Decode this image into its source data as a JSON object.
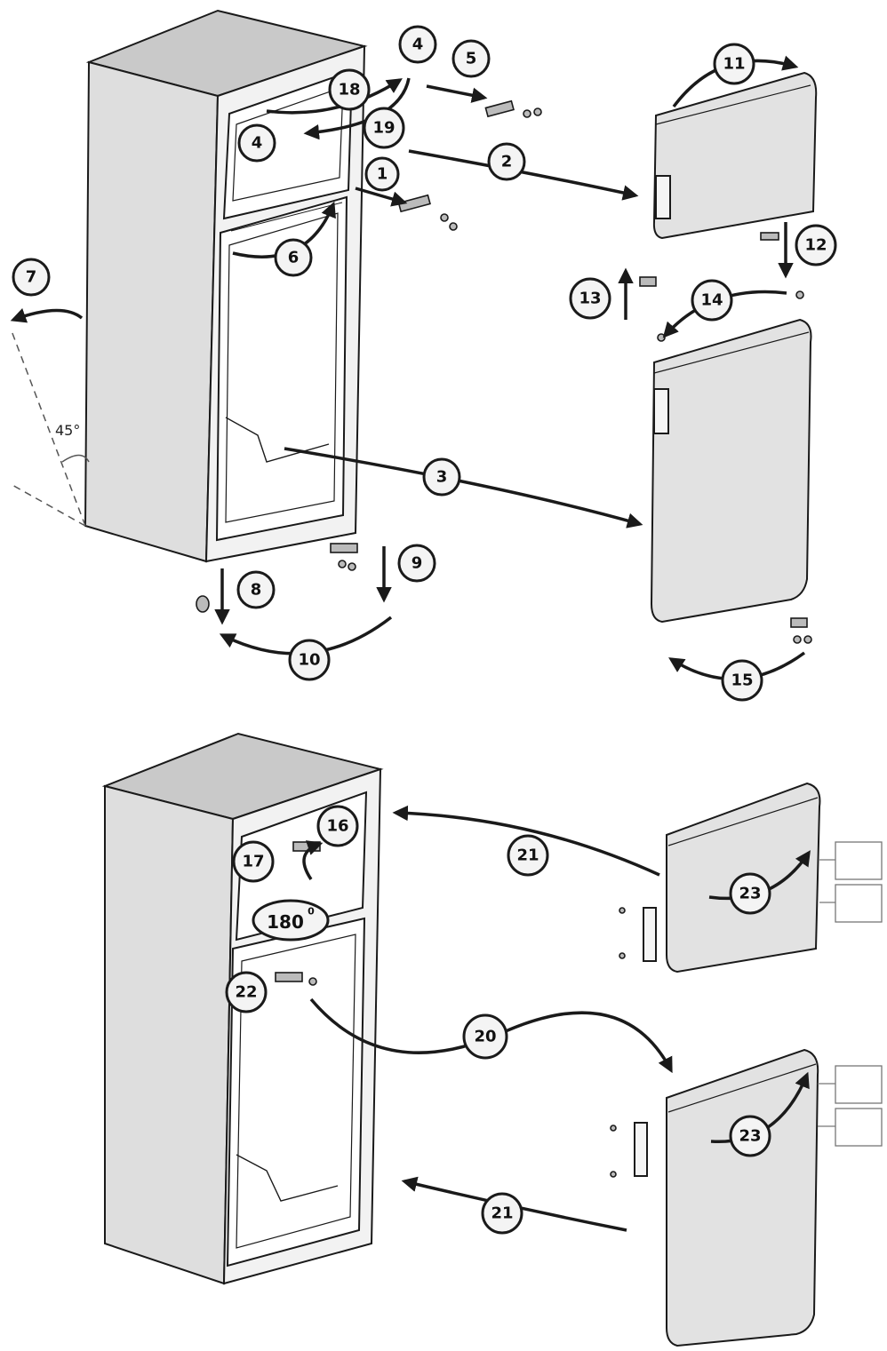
{
  "step_labels": [
    "1",
    "2",
    "3",
    "4",
    "4",
    "5",
    "6",
    "7",
    "8",
    "9",
    "10",
    "11",
    "12",
    "13",
    "14",
    "15",
    "16",
    "17",
    "18",
    "19",
    "20",
    "21",
    "21",
    "22",
    "23",
    "23"
  ],
  "angle_45": "45°",
  "angle_180_num": "180",
  "angle_180_sup": "0",
  "colors": {
    "cabinet_top": "#c9c9c9",
    "cabinet_side": "#dedede",
    "line": "#1a1a1a",
    "door": "#e2e2e2"
  }
}
